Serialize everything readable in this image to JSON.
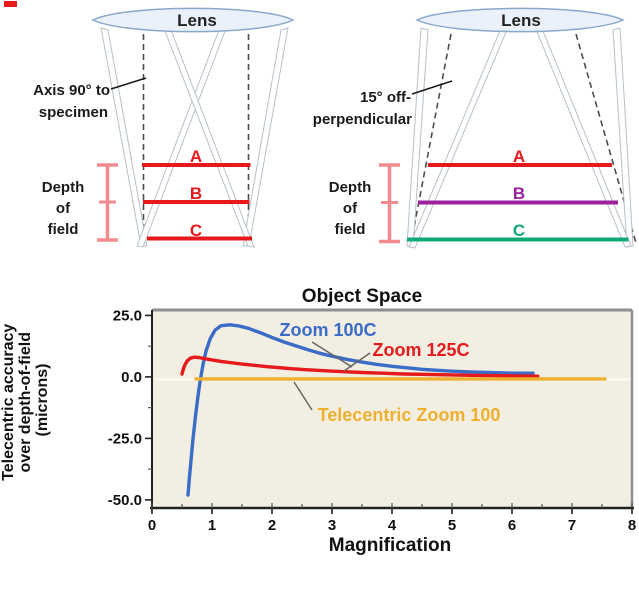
{
  "artifact": {
    "color": "#e6191c"
  },
  "diagram_left": {
    "lens_label": "Lens",
    "axis_annotation_line1": "Axis 90° to",
    "axis_annotation_line2": "specimen",
    "depth_line1": "Depth",
    "depth_line2": "of",
    "depth_line3": "field",
    "bracket_color": "#f28b8d",
    "planes": [
      {
        "label": "A",
        "color": "#e6191c"
      },
      {
        "label": "B",
        "color": "#e6191c"
      },
      {
        "label": "C",
        "color": "#e6191c"
      }
    ]
  },
  "diagram_right": {
    "lens_label": "Lens",
    "tilt_annotation_line1": "15° off-",
    "tilt_annotation_line2": "perpendicular",
    "depth_line1": "Depth",
    "depth_line2": "of",
    "depth_line3": "field",
    "bracket_color": "#f28b8d",
    "planes": [
      {
        "label": "A",
        "color": "#e6191c"
      },
      {
        "label": "B",
        "color": "#9c1f9f"
      },
      {
        "label": "C",
        "color": "#0fa878"
      }
    ]
  },
  "chart_data": {
    "type": "line",
    "title": "Object Space",
    "xlabel": "Magnification",
    "ylabel_lines": [
      "Telecentric accuracy",
      "over depth-of-field",
      "(microns)"
    ],
    "xlim": [
      0,
      8
    ],
    "ylim": [
      -53.3,
      27.2
    ],
    "x_ticks": [
      0,
      1,
      2,
      3,
      4,
      5,
      6,
      7,
      8
    ],
    "y_ticks": [
      25.0,
      0.0,
      -25.0,
      -50.0
    ],
    "y_tick_labels": [
      "25.0",
      "0.0",
      "-25.0",
      "-50.0"
    ],
    "background": "#f2eee2",
    "grid": false,
    "legend_position": "inline-annotations",
    "zero_reference_value": -1,
    "series": [
      {
        "name": "Zoom 100C",
        "color": "#3a6cc8",
        "points": [
          [
            0.6,
            -48
          ],
          [
            0.62,
            -42
          ],
          [
            0.65,
            -34
          ],
          [
            0.68,
            -26
          ],
          [
            0.72,
            -17
          ],
          [
            0.76,
            -9
          ],
          [
            0.8,
            -2
          ],
          [
            0.85,
            5
          ],
          [
            0.9,
            10.5
          ],
          [
            0.97,
            15.5
          ],
          [
            1.05,
            19
          ],
          [
            1.15,
            20.8
          ],
          [
            1.3,
            21.2
          ],
          [
            1.45,
            20.7
          ],
          [
            1.6,
            19.8
          ],
          [
            1.8,
            18
          ],
          [
            2.0,
            16
          ],
          [
            2.2,
            14.2
          ],
          [
            2.4,
            12.6
          ],
          [
            2.6,
            11
          ],
          [
            2.8,
            9.6
          ],
          [
            3.0,
            8.4
          ],
          [
            3.25,
            7.1
          ],
          [
            3.5,
            6.0
          ],
          [
            3.75,
            5.1
          ],
          [
            4.0,
            4.3
          ],
          [
            4.25,
            3.7
          ],
          [
            4.5,
            3.1
          ],
          [
            4.75,
            2.7
          ],
          [
            5.0,
            2.3
          ],
          [
            5.3,
            2.0
          ],
          [
            5.6,
            1.8
          ],
          [
            5.9,
            1.6
          ],
          [
            6.15,
            1.5
          ],
          [
            6.35,
            1.5
          ]
        ]
      },
      {
        "name": "Zoom 125C",
        "color": "#e6191c",
        "points": [
          [
            0.5,
            1.2
          ],
          [
            0.52,
            3
          ],
          [
            0.55,
            5
          ],
          [
            0.59,
            6.6
          ],
          [
            0.64,
            7.6
          ],
          [
            0.7,
            8
          ],
          [
            0.78,
            7.9
          ],
          [
            0.88,
            7.4
          ],
          [
            1.0,
            6.9
          ],
          [
            1.15,
            6.3
          ],
          [
            1.3,
            5.8
          ],
          [
            1.5,
            5.2
          ],
          [
            1.7,
            4.7
          ],
          [
            1.9,
            4.2
          ],
          [
            2.1,
            3.8
          ],
          [
            2.35,
            3.3
          ],
          [
            2.6,
            2.9
          ],
          [
            2.9,
            2.5
          ],
          [
            3.2,
            2.1
          ],
          [
            3.5,
            1.8
          ],
          [
            3.85,
            1.5
          ],
          [
            4.2,
            1.2
          ],
          [
            4.6,
            1.0
          ],
          [
            5.0,
            0.8
          ],
          [
            5.4,
            0.6
          ],
          [
            5.8,
            0.5
          ],
          [
            6.1,
            0.4
          ],
          [
            6.43,
            0.3
          ]
        ]
      },
      {
        "name": "Telecentric Zoom 100",
        "color": "#edb02f",
        "points": [
          [
            0.73,
            -0.8
          ],
          [
            2.0,
            -0.8
          ],
          [
            4.0,
            -0.8
          ],
          [
            6.0,
            -0.8
          ],
          [
            7.55,
            -0.8
          ]
        ]
      }
    ]
  }
}
